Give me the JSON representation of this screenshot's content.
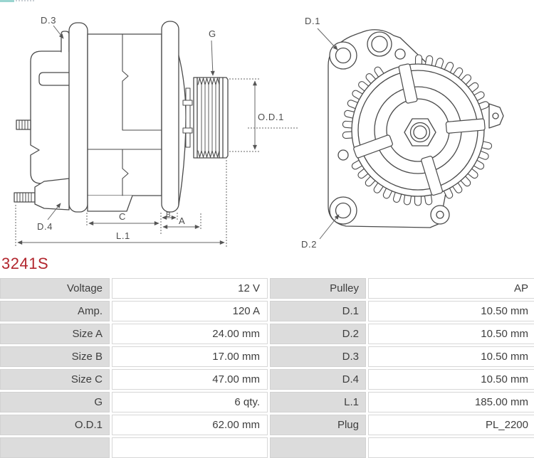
{
  "part_number": "3241S",
  "colors": {
    "part_number_red": "#b2262e",
    "drawing_line": "#4a4a4a",
    "dimension_line": "#666666",
    "table_label_bg": "#dcdcdc",
    "corner_marker_teal": "#9ad5d0"
  },
  "diagram": {
    "side_view": {
      "labels": {
        "d3": "D.3",
        "g": "G",
        "od1": "O.D.1",
        "d4": "D.4",
        "c": "C",
        "b": "B",
        "a": "A",
        "l1": "L.1"
      }
    },
    "front_view": {
      "labels": {
        "d1": "D.1",
        "d2": "D.2"
      }
    }
  },
  "specs_table": {
    "rows": [
      {
        "label1": "Voltage",
        "value1": "12 V",
        "label2": "Pulley",
        "value2": "AP"
      },
      {
        "label1": "Amp.",
        "value1": "120 A",
        "label2": "D.1",
        "value2": "10.50 mm"
      },
      {
        "label1": "Size A",
        "value1": "24.00 mm",
        "label2": "D.2",
        "value2": "10.50 mm"
      },
      {
        "label1": "Size B",
        "value1": "17.00 mm",
        "label2": "D.3",
        "value2": "10.50 mm"
      },
      {
        "label1": "Size C",
        "value1": "47.00 mm",
        "label2": "D.4",
        "value2": "10.50 mm"
      },
      {
        "label1": "G",
        "value1": "6 qty.",
        "label2": "L.1",
        "value2": "185.00 mm"
      },
      {
        "label1": "O.D.1",
        "value1": "62.00 mm",
        "label2": "Plug",
        "value2": "PL_2200"
      }
    ]
  }
}
